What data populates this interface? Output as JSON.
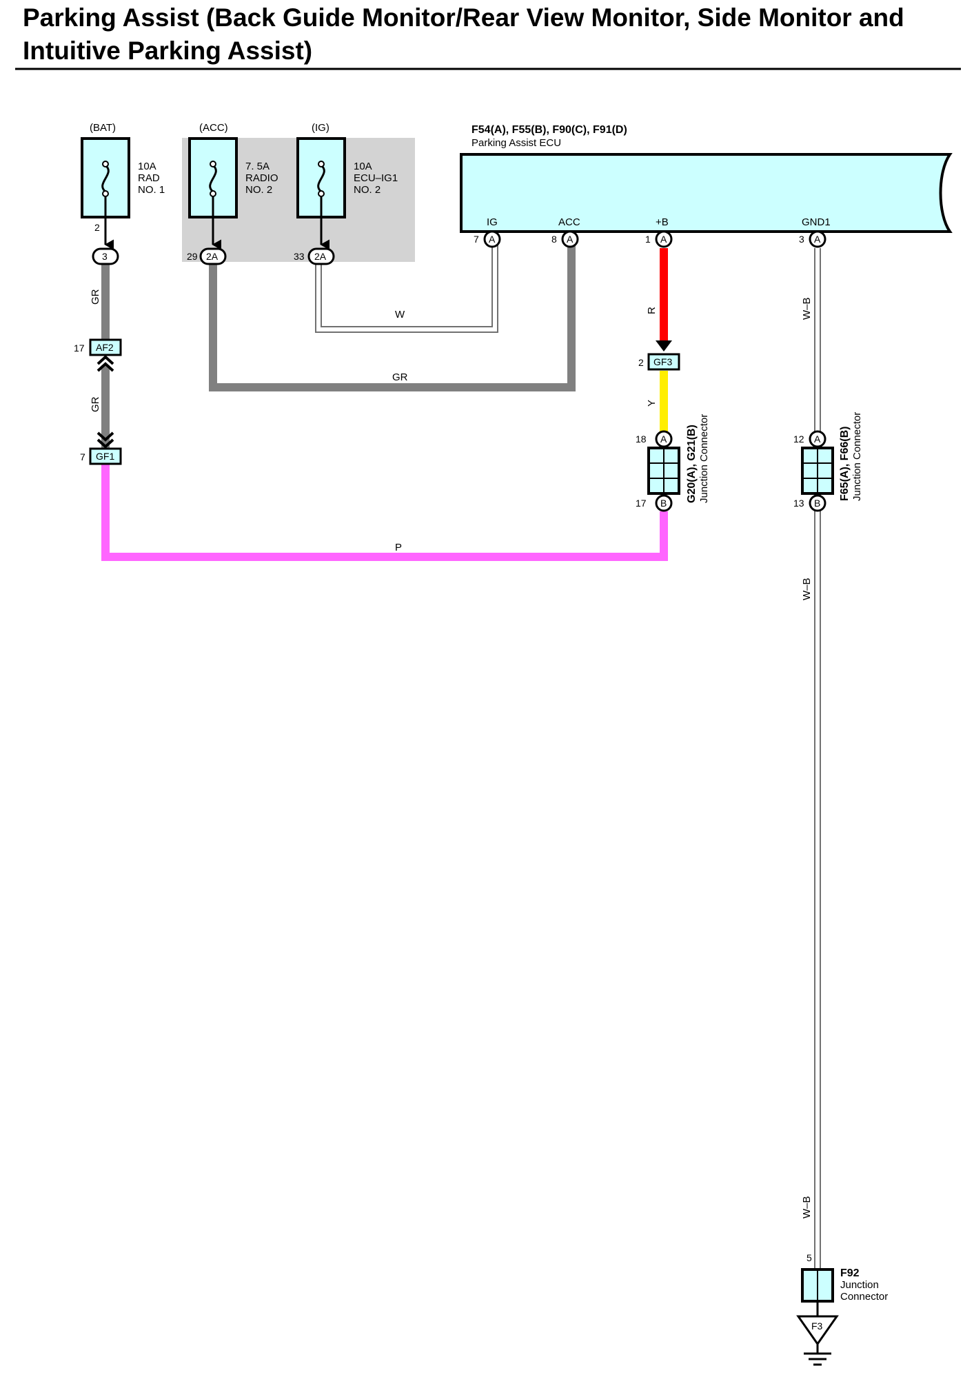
{
  "page": {
    "title": "Parking Assist (Back Guide Monitor/Rear View Monitor, Side Monitor and Intuitive Parking Assist)"
  },
  "colors": {
    "wire_GR": "#808080",
    "wire_R": "#ff0000",
    "wire_Y": "#ffee00",
    "wire_P": "#ff66ff",
    "fuse_fill": "#ccffff",
    "relay_block_fill": "#d3d3d3",
    "ecu_fill": "#ccffff"
  },
  "fuses": {
    "bat": {
      "source": "(BAT)",
      "rating": "10A",
      "name1": "RAD",
      "name2": "NO. 1",
      "pin": "2",
      "conn": "3"
    },
    "acc": {
      "source": "(ACC)",
      "rating": "7. 5A",
      "name1": "RADIO",
      "name2": "NO. 2",
      "pin": "29",
      "conn": "2A"
    },
    "ig": {
      "source": "(IG)",
      "rating": "10A",
      "name1": "ECU–IG1",
      "name2": "NO. 2",
      "pin": "33",
      "conn": "2A"
    }
  },
  "ecu": {
    "connectors": "F54(A), F55(B), F90(C), F91(D)",
    "name": "Parking Assist ECU",
    "terminals": [
      {
        "name": "IG",
        "pin": "7",
        "conn": "A"
      },
      {
        "name": "ACC",
        "pin": "8",
        "conn": "A"
      },
      {
        "name": "+B",
        "pin": "1",
        "conn": "A"
      },
      {
        "name": "GND1",
        "pin": "3",
        "conn": "A"
      }
    ]
  },
  "wires": {
    "bat_upper": "GR",
    "bat_lower": "GR",
    "ig_wire": "W",
    "acc_wire": "GR",
    "plusb_wire": "R",
    "gf3_wire": "Y",
    "p_wire": "P",
    "gnd_upper": "W–B",
    "gnd_mid": "W–B",
    "gnd_lower": "W–B"
  },
  "inline_connectors": {
    "af2": {
      "pin": "17",
      "name": "AF2"
    },
    "gf1": {
      "pin": "7",
      "name": "GF1"
    },
    "gf3": {
      "pin": "2",
      "name": "GF3"
    }
  },
  "junction_g20": {
    "ids": "G20(A), G21(B)",
    "name": "Junction Connector",
    "pin_top": "18",
    "conn_top": "A",
    "pin_bottom": "17",
    "conn_bottom": "B"
  },
  "junction_f65": {
    "ids": "F65(A), F66(B)",
    "name": "Junction Connector",
    "pin_top": "12",
    "conn_top": "A",
    "pin_bottom": "13",
    "conn_bottom": "B"
  },
  "junction_f92": {
    "id": "F92",
    "name1": "Junction",
    "name2": "Connector",
    "pin": "5"
  },
  "ground": {
    "label": "F3"
  }
}
